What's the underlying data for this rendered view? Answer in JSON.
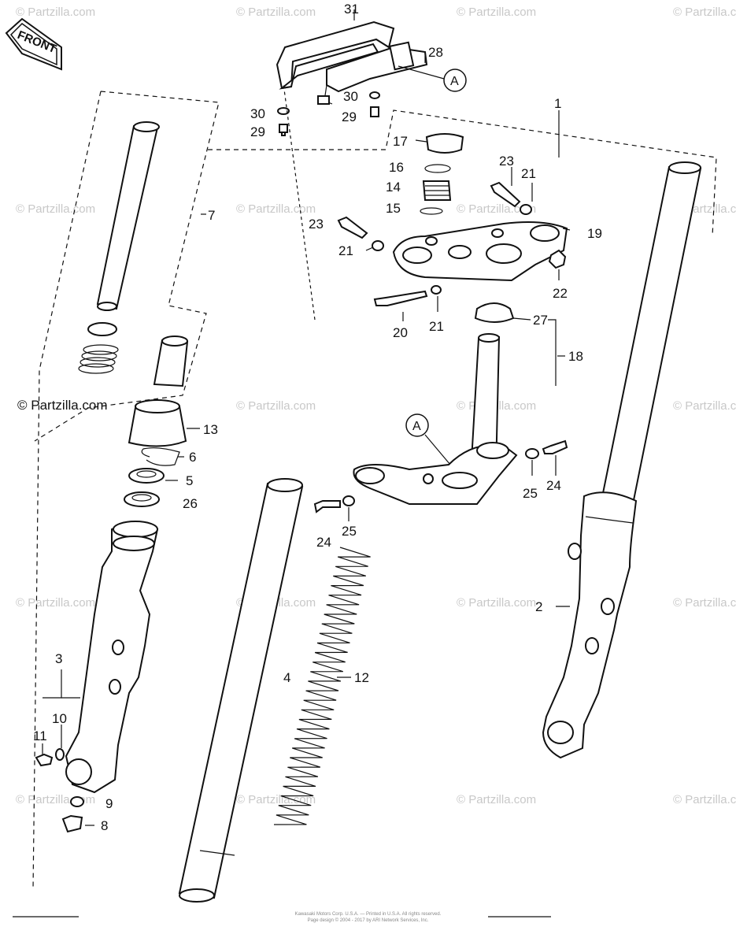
{
  "front_arrow": {
    "label": "FRONT"
  },
  "watermark": "© Partzilla.com",
  "reference_marker": "A",
  "callouts": {
    "c1": "1",
    "c2": "2",
    "c3": "3",
    "c4": "4",
    "c5": "5",
    "c6": "6",
    "c7": "7",
    "c8": "8",
    "c9": "9",
    "c10": "10",
    "c11": "11",
    "c12": "12",
    "c13": "13",
    "c14": "14",
    "c15": "15",
    "c16": "16",
    "c17": "17",
    "c18": "18",
    "c19": "19",
    "c20": "20",
    "c21": "21",
    "c22": "22",
    "c23": "23",
    "c24": "24",
    "c25": "25",
    "c26": "26",
    "c27": "27",
    "c28": "28",
    "c29": "29",
    "c30": "30",
    "c31": "31"
  },
  "footer": {
    "line1": "Kawasaki Motors Corp. U.S.A. — Printed in U.S.A. All rights reserved.",
    "line2": "Page design © 2004 - 2017 by ARI Network Services, Inc."
  }
}
